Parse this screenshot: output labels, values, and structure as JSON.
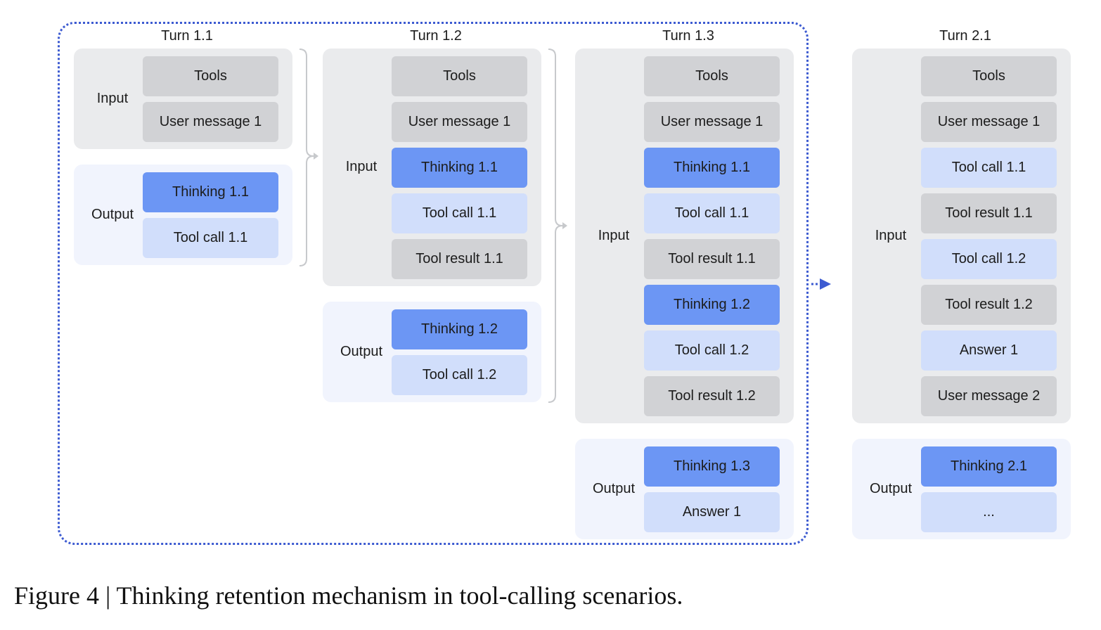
{
  "turns": [
    {
      "title": "Turn 1.1",
      "input": {
        "label": "Input",
        "items": [
          {
            "text": "Tools",
            "style": "gray"
          },
          {
            "text": "User message 1",
            "style": "gray"
          }
        ]
      },
      "output": {
        "label": "Output",
        "items": [
          {
            "text": "Thinking 1.1",
            "style": "blue"
          },
          {
            "text": "Tool call 1.1",
            "style": "light"
          }
        ]
      }
    },
    {
      "title": "Turn 1.2",
      "input": {
        "label": "Input",
        "items": [
          {
            "text": "Tools",
            "style": "gray"
          },
          {
            "text": "User message 1",
            "style": "gray"
          },
          {
            "text": "Thinking 1.1",
            "style": "blue"
          },
          {
            "text": "Tool call 1.1",
            "style": "light"
          },
          {
            "text": "Tool result 1.1",
            "style": "gray"
          }
        ]
      },
      "output": {
        "label": "Output",
        "items": [
          {
            "text": "Thinking 1.2",
            "style": "blue"
          },
          {
            "text": "Tool call 1.2",
            "style": "light"
          }
        ]
      }
    },
    {
      "title": "Turn 1.3",
      "input": {
        "label": "Input",
        "items": [
          {
            "text": "Tools",
            "style": "gray"
          },
          {
            "text": "User message 1",
            "style": "gray"
          },
          {
            "text": "Thinking 1.1",
            "style": "blue"
          },
          {
            "text": "Tool call 1.1",
            "style": "light"
          },
          {
            "text": "Tool result 1.1",
            "style": "gray"
          },
          {
            "text": "Thinking 1.2",
            "style": "blue"
          },
          {
            "text": "Tool call 1.2",
            "style": "light"
          },
          {
            "text": "Tool result 1.2",
            "style": "gray"
          }
        ]
      },
      "output": {
        "label": "Output",
        "items": [
          {
            "text": "Thinking 1.3",
            "style": "blue"
          },
          {
            "text": "Answer 1",
            "style": "light"
          }
        ]
      }
    },
    {
      "title": "Turn 2.1",
      "input": {
        "label": "Input",
        "items": [
          {
            "text": "Tools",
            "style": "gray"
          },
          {
            "text": "User message 1",
            "style": "gray"
          },
          {
            "text": "Tool call 1.1",
            "style": "light"
          },
          {
            "text": "Tool result 1.1",
            "style": "gray"
          },
          {
            "text": "Tool call 1.2",
            "style": "light"
          },
          {
            "text": "Tool result 1.2",
            "style": "gray"
          },
          {
            "text": "Answer 1",
            "style": "light"
          },
          {
            "text": "User message 2",
            "style": "gray"
          }
        ]
      },
      "output": {
        "label": "Output",
        "items": [
          {
            "text": "Thinking 2.1",
            "style": "blue"
          },
          {
            "text": "...",
            "style": "light"
          }
        ]
      }
    }
  ],
  "caption": "Figure 4 | Thinking retention mechanism in tool-calling scenarios.",
  "colors": {
    "gray_cell": "#d1d2d5",
    "thinking_cell": "#6c96f4",
    "tool_cell": "#d1defb",
    "input_panel": "#eaebed",
    "output_panel": "#f1f4fd",
    "dashed_border": "#3d5bd1",
    "connector": "#c7c9cc"
  }
}
